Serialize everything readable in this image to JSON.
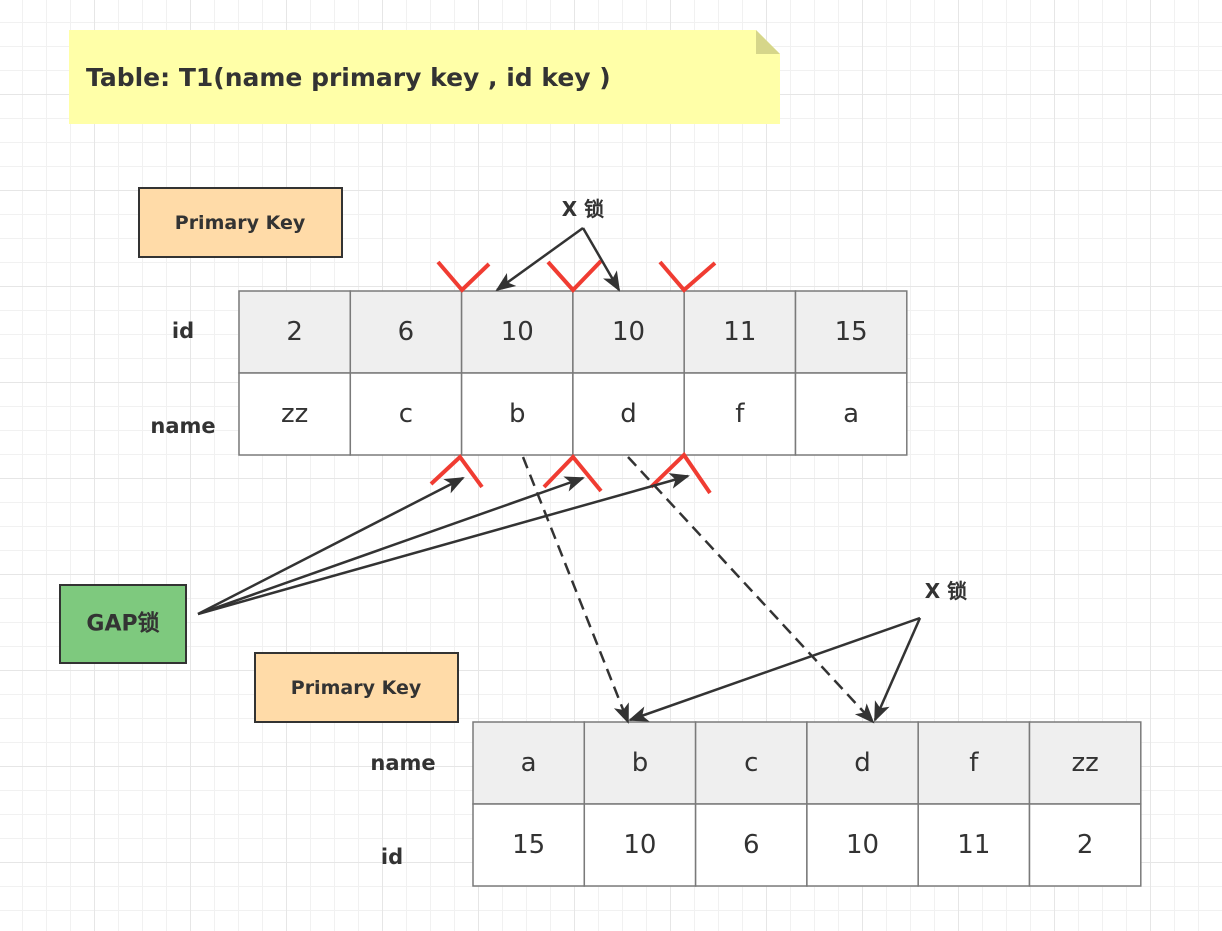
{
  "note": {
    "title": "Table: T1(name primary key , id key )"
  },
  "top_index": {
    "label": "Primary Key",
    "row_labels": [
      "id",
      "name"
    ],
    "ids": [
      "2",
      "6",
      "10",
      "10",
      "11",
      "15"
    ],
    "names": [
      "zz",
      "c",
      "b",
      "d",
      "f",
      "a"
    ],
    "x_lock_label": "X 锁"
  },
  "gap_lock": {
    "label": "GAP锁"
  },
  "bottom_index": {
    "label": "Primary Key",
    "row_labels": [
      "name",
      "id"
    ],
    "names": [
      "a",
      "b",
      "c",
      "d",
      "f",
      "zz"
    ],
    "ids": [
      "15",
      "10",
      "6",
      "10",
      "11",
      "2"
    ],
    "x_lock_label": "X 锁"
  },
  "colors": {
    "note": "#ffffa8",
    "pk": "#ffdba8",
    "gap": "#7ec97e",
    "lock_mark": "#f03c32",
    "header_row": "#efefef"
  }
}
